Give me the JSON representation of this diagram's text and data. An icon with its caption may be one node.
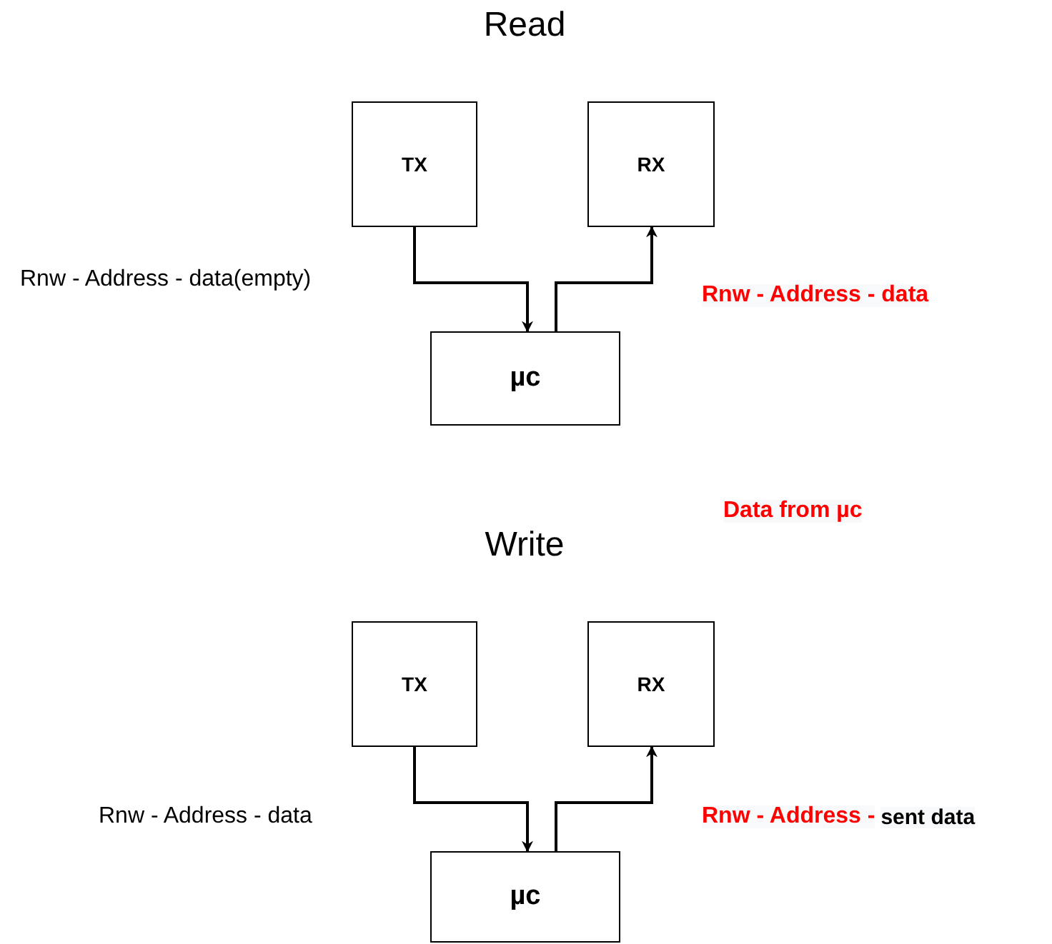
{
  "diagram": {
    "nodes": [
      {
        "text": [
          "TX"
        ]
      },
      {
        "text": [
          "RX"
        ]
      },
      {
        "text": [
          "µc"
        ]
      },
      {
        "text": [
          "TX"
        ]
      },
      {
        "text": [
          "RX"
        ]
      },
      {
        "text": [
          "µc"
        ]
      }
    ],
    "edges": [
      {
        "from": 0,
        "to": 2,
        "arrow": "to"
      },
      {
        "from": 2,
        "to": 1,
        "arrow": "to"
      },
      {
        "from": 3,
        "to": 5,
        "arrow": "to"
      },
      {
        "from": 5,
        "to": 4,
        "arrow": "to"
      }
    ],
    "labels": [
      "Read",
      "Rnw - Address - data(empty)",
      "Rnw - Address - data",
      "Data from µc",
      "Write",
      "Rnw - Address - data",
      "Rnw - Address -",
      "sent data"
    ]
  }
}
